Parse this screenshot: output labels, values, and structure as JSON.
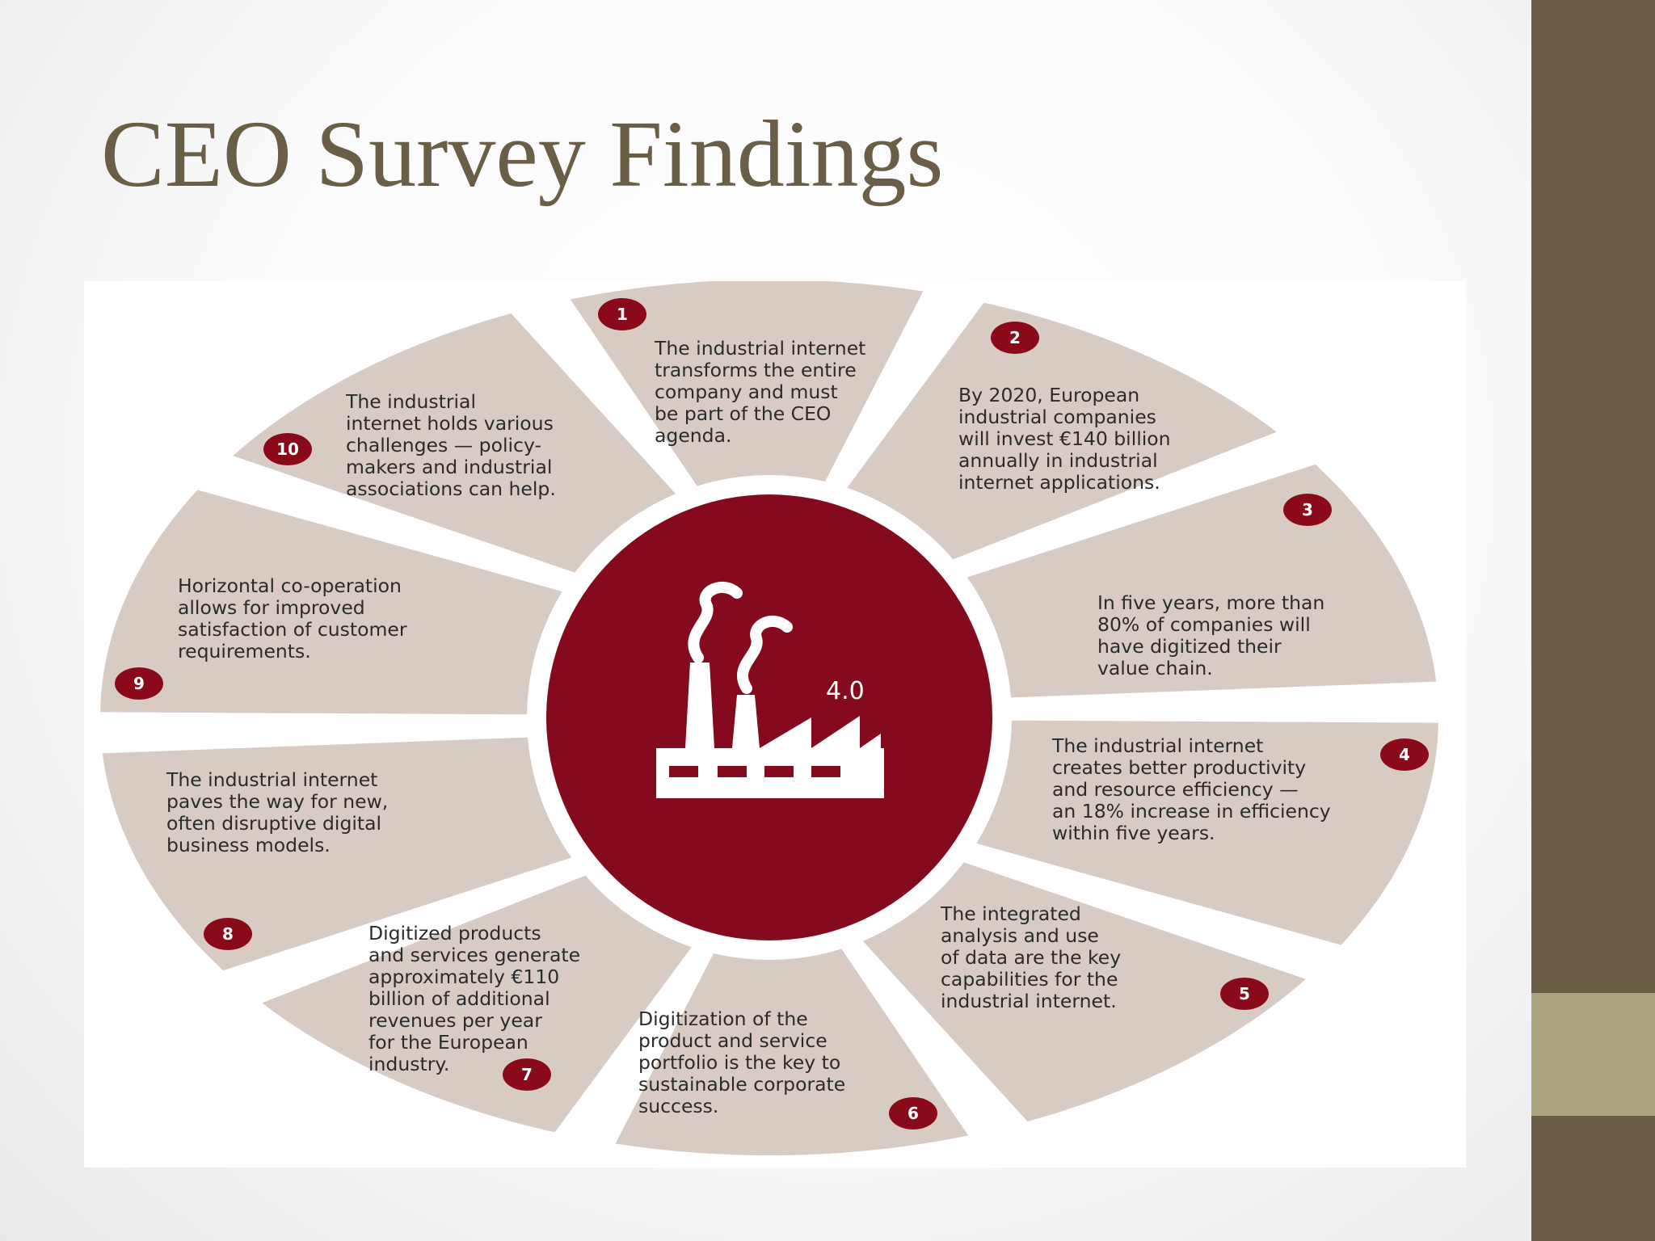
{
  "slide": {
    "title": "CEO Survey Findings",
    "colors": {
      "title": "#6b5e46",
      "sidebar": "#6b5e46",
      "sidebar_accent": "#aba57f",
      "segment": "#d7cbc3",
      "badge": "#8b0a1a",
      "hub": "#860a1d"
    }
  },
  "diagram": {
    "cut_off_text": "",
    "hub": {
      "icon": "factory-icon",
      "label": "4.0"
    },
    "segments": [
      {
        "number": "1",
        "lines": [
          "The industrial internet",
          "transforms the entire",
          "company and must",
          "be part of the CEO",
          "agenda."
        ]
      },
      {
        "number": "2",
        "lines": [
          "By 2020, European",
          "industrial companies",
          "will invest €140 billion",
          "annually in industrial",
          "internet applications."
        ]
      },
      {
        "number": "3",
        "lines": [
          "In five years, more than",
          "80% of companies will",
          "have digitized their",
          "value chain."
        ]
      },
      {
        "number": "4",
        "lines": [
          "The industrial internet",
          "creates better productivity",
          "and resource efficiency —",
          "an 18% increase in efficiency",
          "within five years."
        ]
      },
      {
        "number": "5",
        "lines": [
          "The integrated",
          "analysis and use",
          "of data are the key",
          "capabilities for the",
          "industrial internet."
        ]
      },
      {
        "number": "6",
        "lines": [
          "Digitization of the",
          "product and service",
          "portfolio is the key to",
          "sustainable corporate",
          "success."
        ]
      },
      {
        "number": "7",
        "lines": [
          "Digitized products",
          "and services generate",
          "approximately €110",
          "billion of additional",
          "revenues per year",
          "for the European",
          "industry."
        ]
      },
      {
        "number": "8",
        "lines": [
          "The industrial internet",
          "paves the way for new,",
          "often disruptive digital",
          "business models."
        ]
      },
      {
        "number": "9",
        "lines": [
          "Horizontal co-operation",
          "allows for improved",
          "satisfaction of customer",
          "requirements."
        ]
      },
      {
        "number": "10",
        "lines": [
          "The industrial",
          "internet holds various",
          "challenges — policy-",
          "makers and industrial",
          "associations can help."
        ]
      }
    ]
  }
}
